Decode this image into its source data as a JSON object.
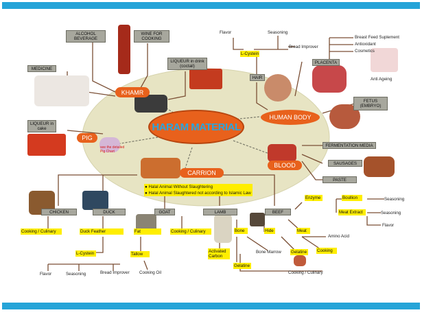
{
  "diagram": {
    "center_title": "HARAM MATERIAL",
    "main_categories": [
      "KHAMR",
      "HUMAN BODY",
      "PIG",
      "BLOOD",
      "CARRION"
    ],
    "khamr_items": [
      "ALCOHOL BEVERAGE",
      "WINE FOR COOKING",
      "LIQUEUR in drink (coctail)",
      "MEDICINE"
    ],
    "human_items": [
      "HAIR",
      "PLACENTA",
      "FETUS (EMBRYO)"
    ],
    "hair_derivs": [
      "L-Cystein",
      "Flavor",
      "Seasoning",
      "Bread Improver"
    ],
    "placenta_derivs": [
      "Breast Feed Suplement",
      "Antioxidant",
      "Cosmetics",
      "Anti Ageing"
    ],
    "pig_items": [
      "LIQUEUR in cake",
      "see the detailed Pig Chart"
    ],
    "blood_items": [
      "FERMENTATION MEDIA",
      "SAUSAGES",
      "PASTE"
    ],
    "carrion_notes": [
      "Halal Animal Without Slaughtering",
      "Halal Animal Slaughtered not according to Islamic Law"
    ],
    "animals": [
      "CHICKEN",
      "DUCK",
      "GOAT",
      "LAMB",
      "BEEF"
    ],
    "animal_products": {
      "chicken": [
        "Cooking / Culinary"
      ],
      "duck": [
        "Duck Feather",
        "L-Cystein",
        "Flavor",
        "Seasoning",
        "Bread Improver"
      ],
      "goat": [
        "Fat",
        "Cooking / Culinary",
        "Tallow",
        "Cooking Oil"
      ],
      "lamb": [
        "Activated Carbon",
        "Bone",
        "Gelatine",
        "Bone Marrow",
        "Cooking / Culinary"
      ],
      "beef": [
        "Hide",
        "Gelatine",
        "Meat",
        "Cooking",
        "Amino Acid",
        "Enzyme",
        "Boullion",
        "Meat Extract",
        "Seasoning",
        "Seasoning",
        "Flavor"
      ]
    }
  },
  "colors": {
    "frame_bar": "#25a4d8",
    "ellipse": "#e7e4c3",
    "orange": "#e8611c",
    "grey_box": "#a7a79d",
    "highlight": "#ffee00",
    "line": "#7a4e34"
  }
}
